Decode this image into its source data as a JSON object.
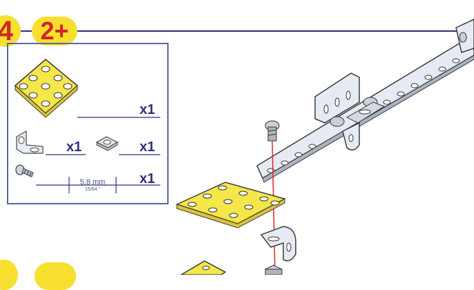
{
  "step": {
    "number": "4",
    "level": "2+"
  },
  "next_step": {
    "number": "",
    "level": ""
  },
  "parts": [
    {
      "name": "flat plate 5x5",
      "qty": "x1"
    },
    {
      "name": "angle bracket",
      "qty": "x1"
    },
    {
      "name": "square nut",
      "qty": "x1"
    },
    {
      "name": "bolt",
      "qty": "x1"
    }
  ],
  "bolt_length": {
    "metric": "5,8 mm",
    "imperial": "15/64 \""
  },
  "colors": {
    "accent_blue": "#2d2f7a",
    "bubble_yellow": "#f7df2f",
    "number_red": "#d3261f",
    "plate_yellow": "#f5e64a",
    "guide_red": "#e0262a"
  },
  "icons": [
    "flat-plate-icon",
    "angle-bracket-icon",
    "square-nut-icon",
    "bolt-icon"
  ]
}
